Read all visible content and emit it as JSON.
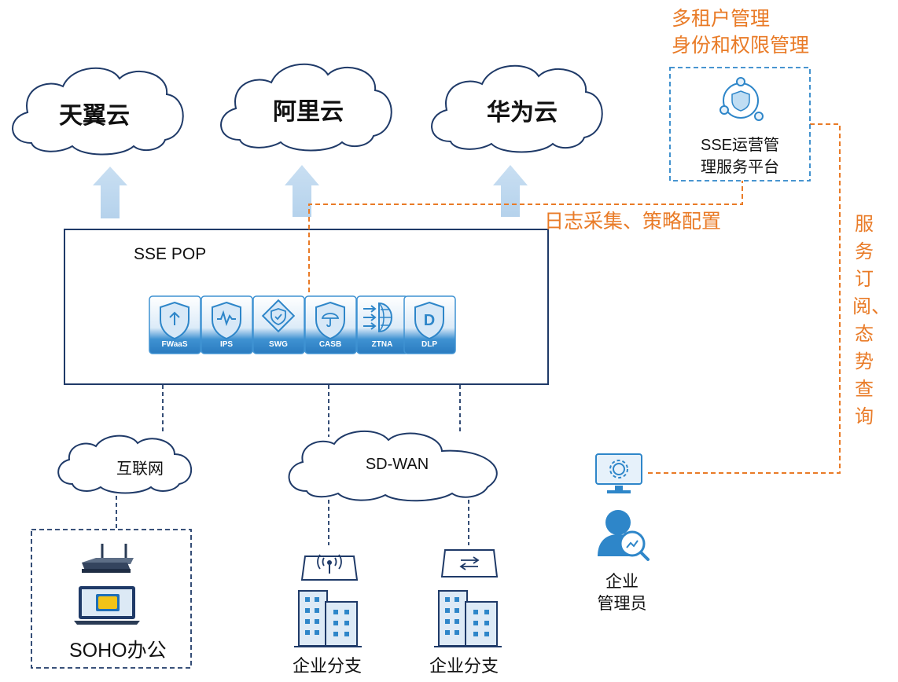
{
  "clouds": {
    "tianyi": "天翼云",
    "aliyun": "阿里云",
    "huawei": "华为云"
  },
  "sse_pop": {
    "title": "SSE POP",
    "services": [
      "FWaaS",
      "IPS",
      "SWG",
      "CASB",
      "ZTNA",
      "DLP"
    ]
  },
  "management": {
    "header_line1": "多租户管理",
    "header_line2": "身份和权限管理",
    "platform_line1": "SSE运营管",
    "platform_line2": "理服务平台"
  },
  "links": {
    "log_policy": "日志采集、策略配置",
    "service_query": "服务订阅、态势查询"
  },
  "networks": {
    "internet": "互联网",
    "sdwan": "SD-WAN"
  },
  "sites": {
    "soho": "SOHO办公",
    "branch1": "企业分支",
    "branch2": "企业分支"
  },
  "admin": {
    "line1": "企业",
    "line2": "管理员"
  },
  "colors": {
    "orange": "#E97B27",
    "navy": "#1F3A68",
    "arrow_blue": "#BDD7EE",
    "icon_blue": "#2E86C9"
  }
}
